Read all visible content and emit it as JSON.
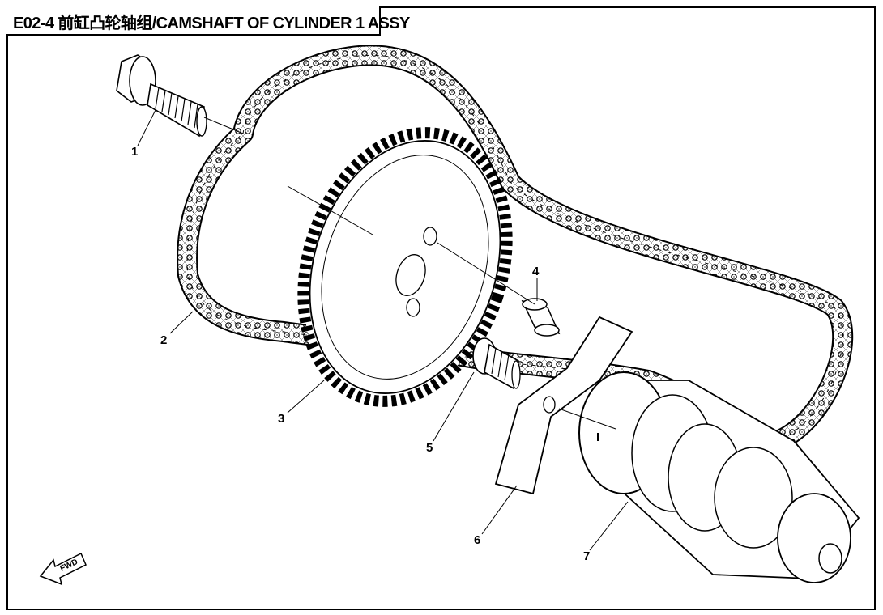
{
  "title": "E02-4 前缸凸轮轴组/CAMSHAFT OF CYLINDER 1 ASSY",
  "callouts": [
    "1",
    "2",
    "3",
    "4",
    "5",
    "6",
    "7"
  ],
  "direction_label": "FWD",
  "cam_mark": "I"
}
